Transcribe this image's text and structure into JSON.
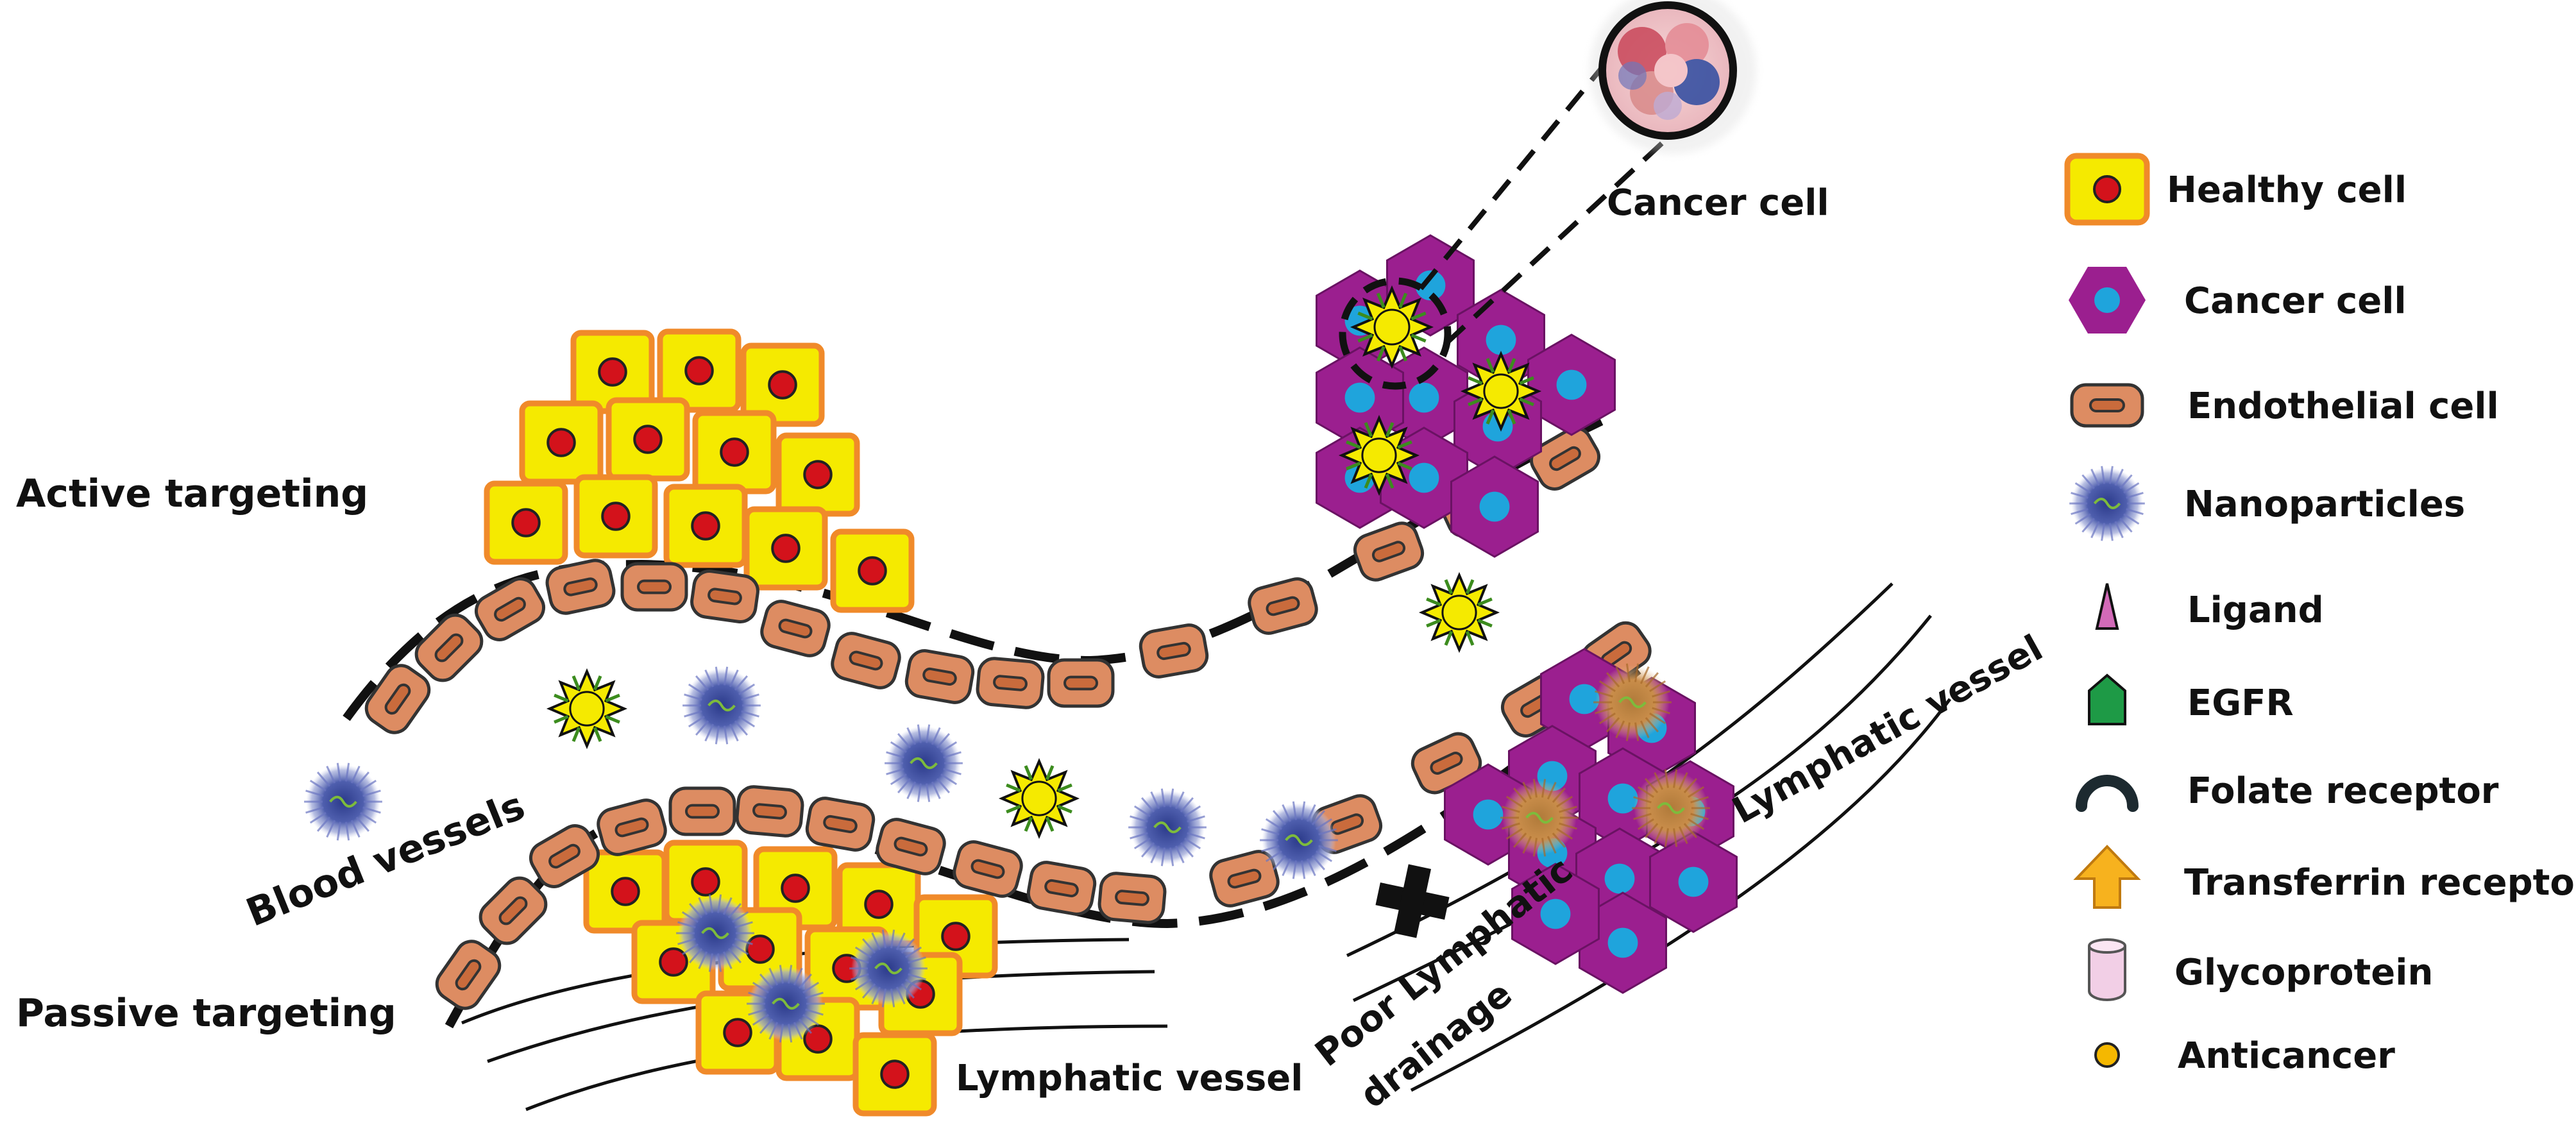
{
  "labels": {
    "active_targeting": "Active targeting",
    "passive_targeting": "Passive targeting",
    "blood_vessels": "Blood vessels",
    "lymphatic_vessel_bottom": "Lymphatic vessel",
    "lymphatic_vessel_right": "Lymphatic vessel",
    "poor_lymphatic_line1": "Poor Lymphatic",
    "poor_lymphatic_line2": "drainage",
    "cancer_cell_zoom": "Cancer cell"
  },
  "legend": [
    {
      "icon": "healthy-cell-icon",
      "label": "Healthy cell"
    },
    {
      "icon": "cancer-cell-icon",
      "label": "Cancer cell"
    },
    {
      "icon": "endothelial-cell-icon",
      "label": "Endothelial cell"
    },
    {
      "icon": "nanoparticle-icon",
      "label": "Nanoparticles"
    },
    {
      "icon": "ligand-icon",
      "label": "Ligand"
    },
    {
      "icon": "egfr-icon",
      "label": "EGFR"
    },
    {
      "icon": "folate-receptor-icon",
      "label": "Folate receptor"
    },
    {
      "icon": "transferrin-receptor-icon",
      "label": "Transferrin receptor"
    },
    {
      "icon": "glycoprotein-icon",
      "label": "Glycoprotein"
    },
    {
      "icon": "anticancer-icon",
      "label": "Anticancer"
    }
  ],
  "colors": {
    "healthy_fill": "#f5ea00",
    "healthy_border": "#f08a2a",
    "healthy_nucleus": "#d3121b",
    "cancer_fill": "#9b1f8f",
    "cancer_nucleus": "#1fa4dc",
    "endothelial_fill": "#dd8c62",
    "endothelial_border": "#333333",
    "nanoparticle": "#5560a8",
    "star": "#f5ea00",
    "star_spike": "#3c8c1e",
    "ligand": "#d26ab8",
    "egfr": "#1e9a46",
    "folate": "#1d2a30",
    "transferrin": "#f7b21e",
    "glycoprotein": "#f2cfe6",
    "anticancer": "#f5b800"
  }
}
